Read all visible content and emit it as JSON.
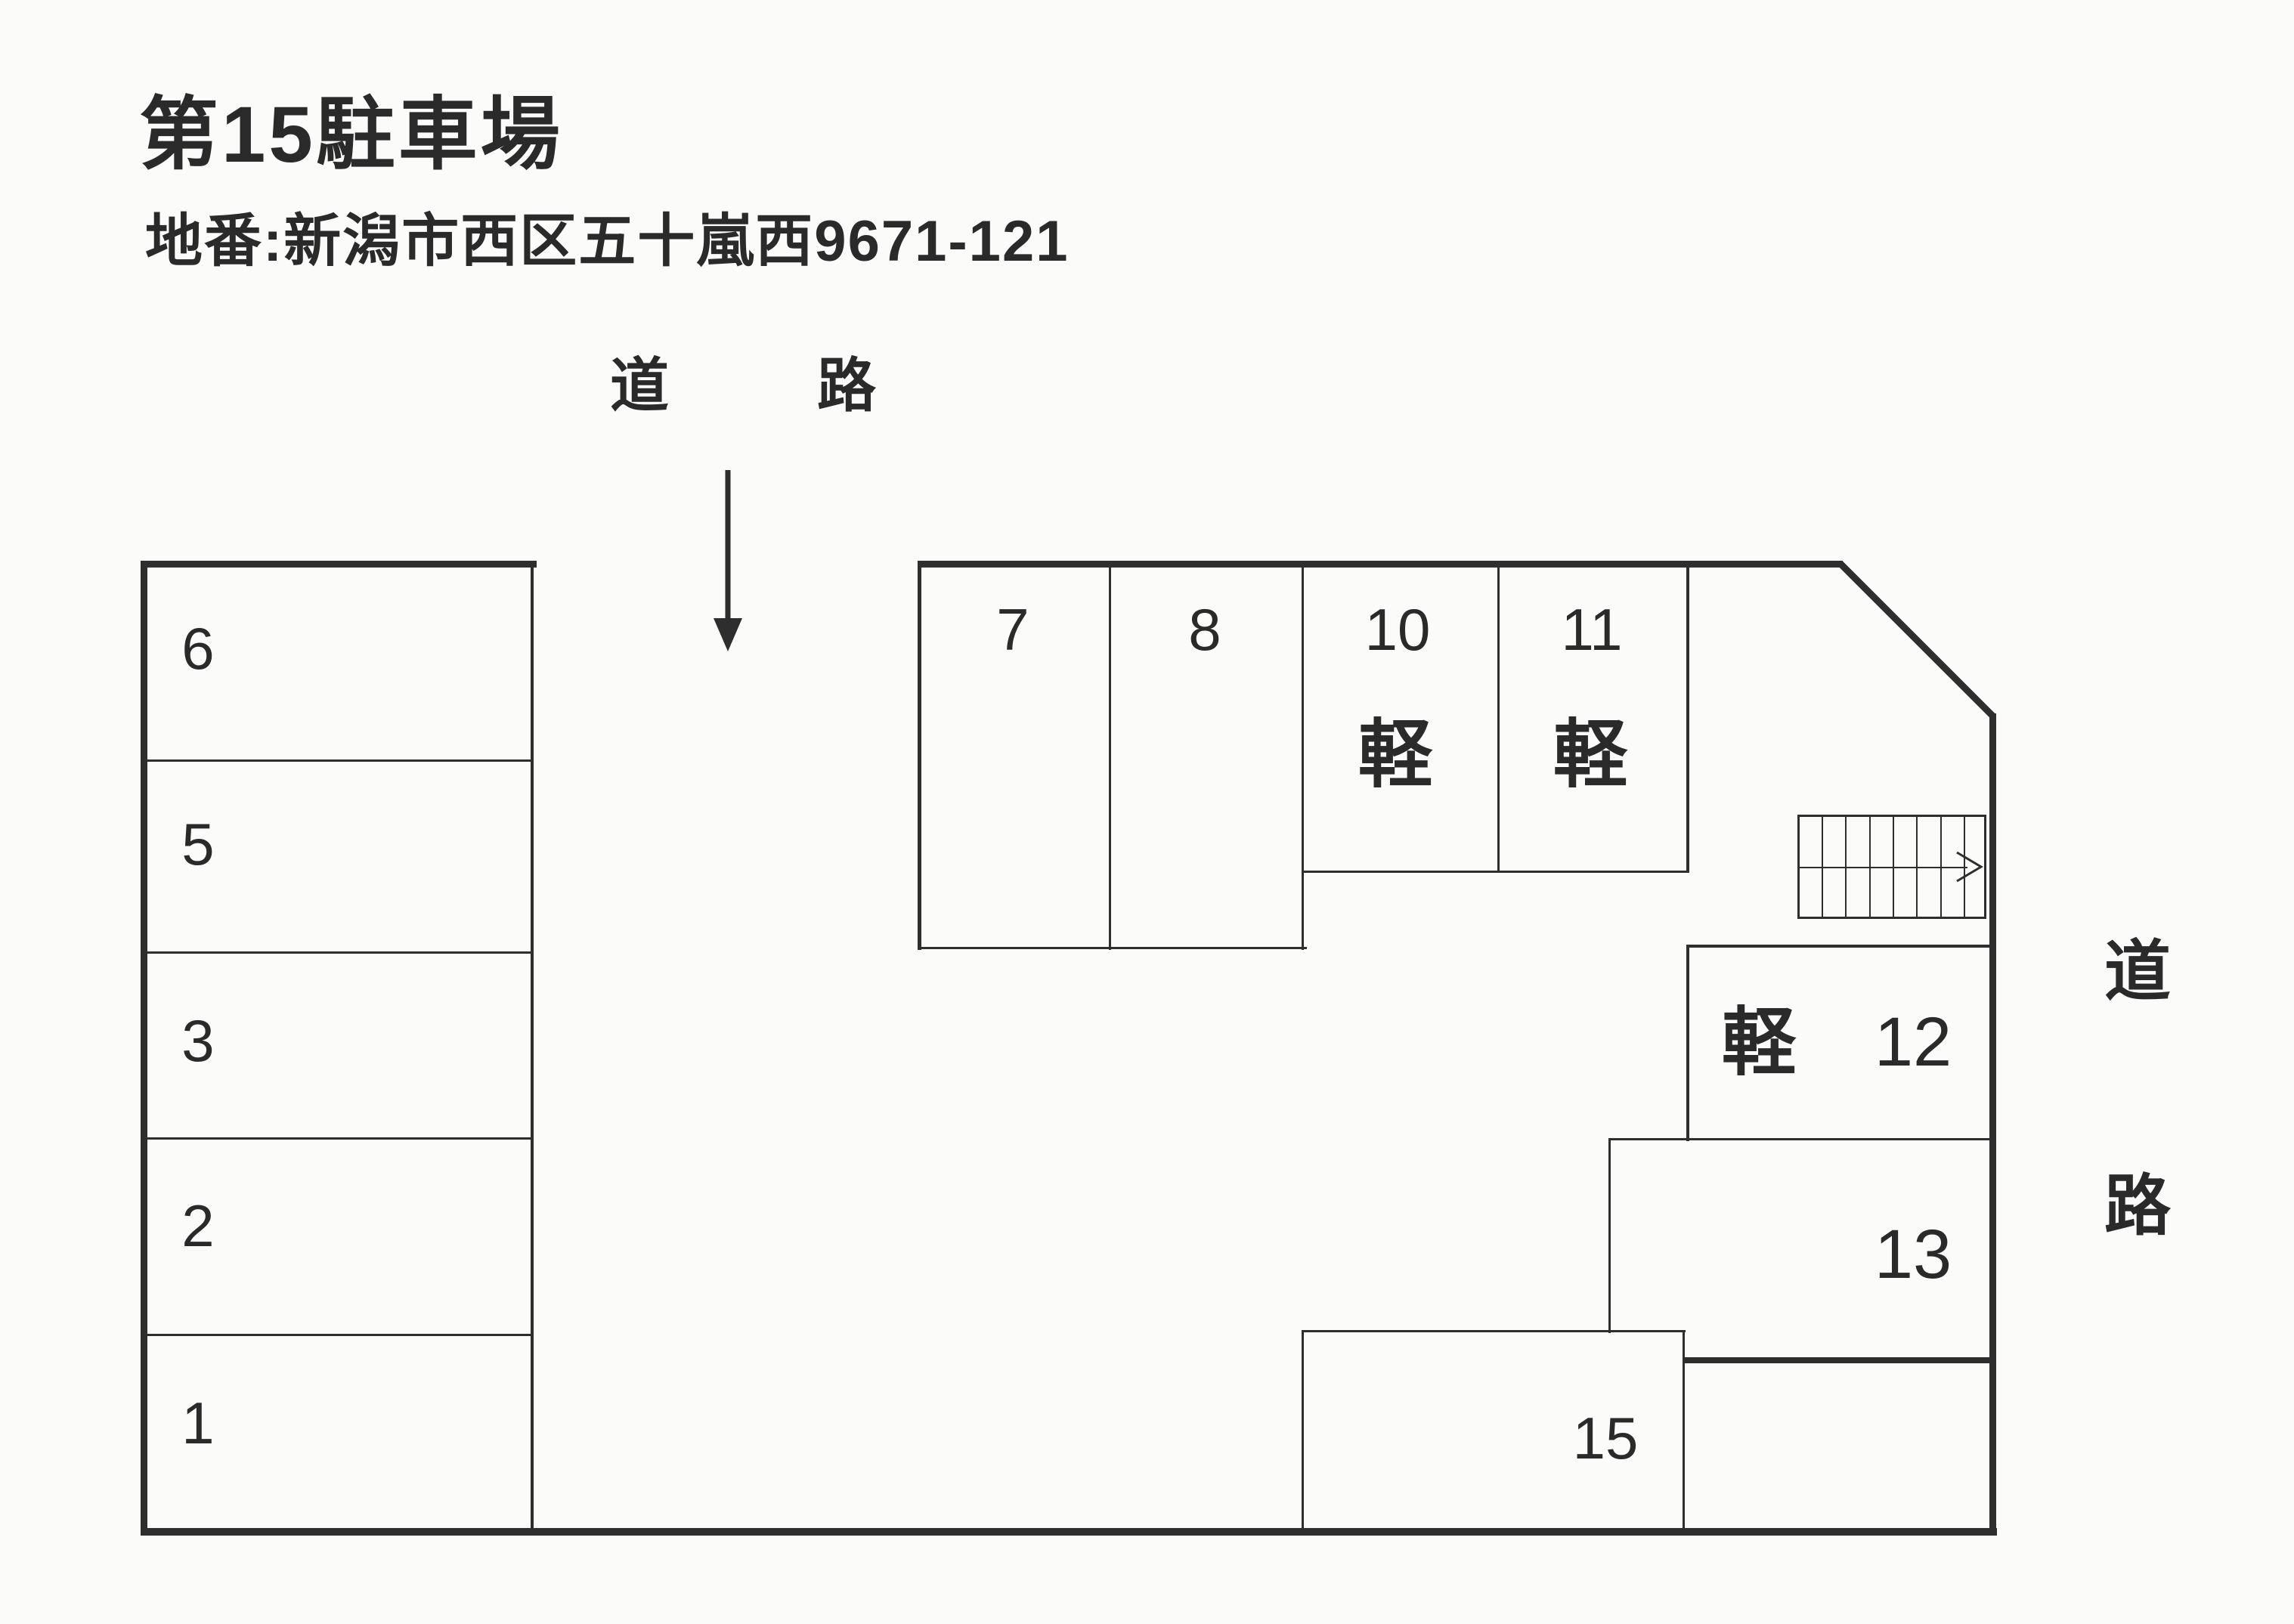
{
  "header": {
    "title": "第15駐車場",
    "address": "地番:新潟市西区五十嵐西9671-121"
  },
  "roads": {
    "top_char_1": "道",
    "top_char_2": "路",
    "right_char_1": "道",
    "right_char_2": "路"
  },
  "spaces": {
    "s1": {
      "label": "1"
    },
    "s2": {
      "label": "2"
    },
    "s3": {
      "label": "3"
    },
    "s5": {
      "label": "5"
    },
    "s6": {
      "label": "6"
    },
    "s7": {
      "label": "7"
    },
    "s8": {
      "label": "8"
    },
    "s10": {
      "label": "10",
      "type": "軽"
    },
    "s11": {
      "label": "11",
      "type": "軽"
    },
    "s12": {
      "label": "12",
      "type": "軽"
    },
    "s13": {
      "label": "13"
    },
    "s15": {
      "label": "15"
    }
  },
  "colors": {
    "line": "#2e2e2e",
    "paper": "#fbfbfa",
    "text": "#2a2a2a"
  }
}
